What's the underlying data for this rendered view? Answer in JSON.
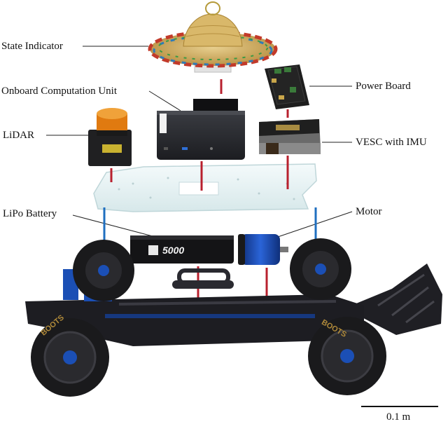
{
  "labels": {
    "state_indicator": "State Indicator",
    "onboard_computation_unit": "Onboard Computation Unit",
    "lidar": "LiDAR",
    "power_board": "Power Board",
    "vesc_with_imu": "VESC with IMU",
    "lipo_battery": "LiPo Battery",
    "motor": "Motor"
  },
  "scale_bar": {
    "label": "0.1 m"
  },
  "battery_print": {
    "capacity": "5000"
  },
  "tire_print": {
    "brand": "BOOTS"
  },
  "colors": {
    "connector_red": "#b8202e",
    "connector_blue": "#1f6fc0",
    "chassis": "#1e1e22",
    "anodized_blue": "#1b4fb5",
    "lidar_orange": "#e07a10",
    "plate_acrylic": "#e6f2f3",
    "board_green": "#3a7a3a"
  }
}
